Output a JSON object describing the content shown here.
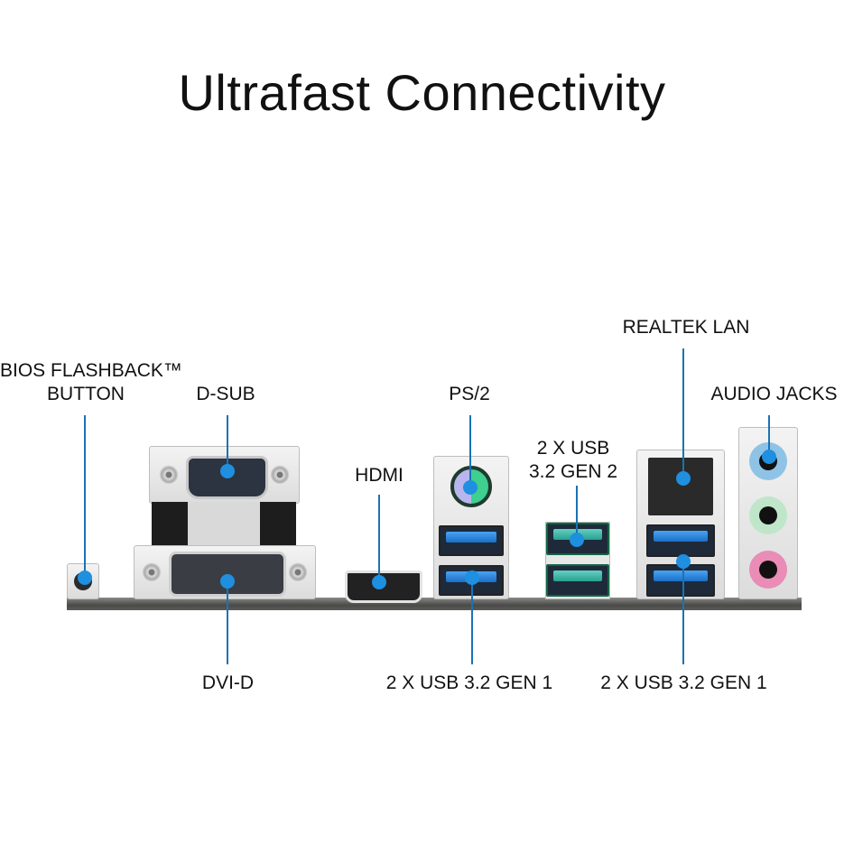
{
  "title": "Ultrafast Connectivity",
  "accent_color": "#1f8fe0",
  "labels": {
    "bios_flashback": "BIOS FLASHBACK™",
    "bios_flashback_line2": "BUTTON",
    "dsub": "D-SUB",
    "hdmi": "HDMI",
    "ps2": "PS/2",
    "usb_gen2_line1": "2 X USB",
    "usb_gen2_line2": "3.2 GEN 2",
    "realtek_lan": "REALTEK LAN",
    "audio_jacks": "AUDIO JACKS",
    "dvid": "DVI-D",
    "usb_gen1_left": "2 X USB 3.2 GEN 1",
    "usb_gen1_right": "2 X USB 3.2 GEN 1"
  },
  "colors": {
    "usb3_gen1": "#1a6fc7",
    "usb3_gen2": "#2aa090",
    "ps2_mouse": "#3fcf8e",
    "ps2_keyboard": "#b9b6ee",
    "audio_line_in": "#8fc3e6",
    "audio_line_out": "#bfe6c8",
    "audio_mic": "#e98cb6"
  }
}
